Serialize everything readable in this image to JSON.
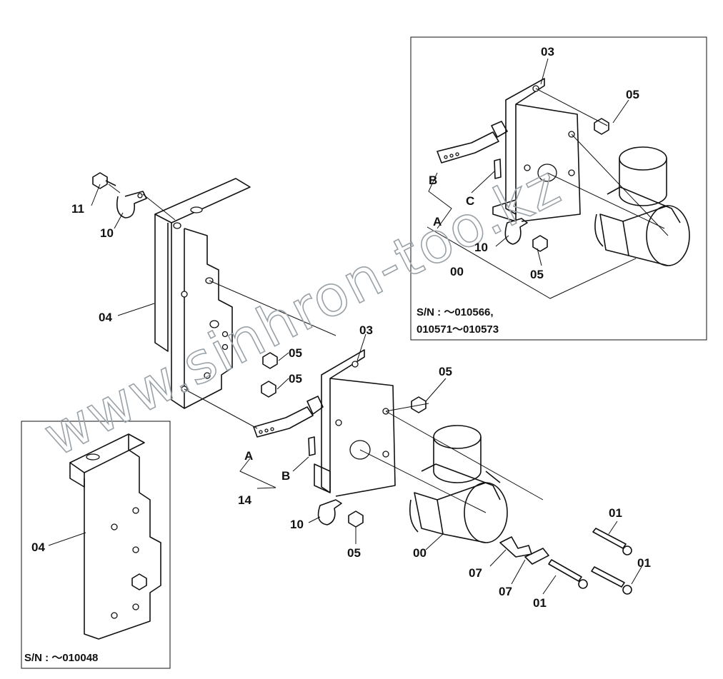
{
  "watermark": "www.sinhron-too.kz",
  "inset_top": {
    "sn_line1": "S/N :  ～010566,",
    "sn_line2": "010571～010573"
  },
  "inset_bottom": {
    "sn": "S/N :  ～010048"
  },
  "labels": {
    "l03_main": "03",
    "l03_inset": "03",
    "l05_inset_top": "05",
    "l05_inset_low": "05",
    "l05_a": "05",
    "l05_b": "05",
    "l05_c": "05",
    "l05_d": "05",
    "lB_inset": "B",
    "lC_inset": "C",
    "lA_inset": "A",
    "l10_inset": "10",
    "l00_inset": "00",
    "l11": "11",
    "l10_top": "10",
    "l04_main": "04",
    "l04_inset": "04",
    "lA_main": "A",
    "lB_main": "B",
    "l14": "14",
    "l10_low": "10",
    "l00_main": "00",
    "l01_a": "01",
    "l01_b": "01",
    "l01_c": "01",
    "l07_a": "07",
    "l07_b": "07"
  }
}
